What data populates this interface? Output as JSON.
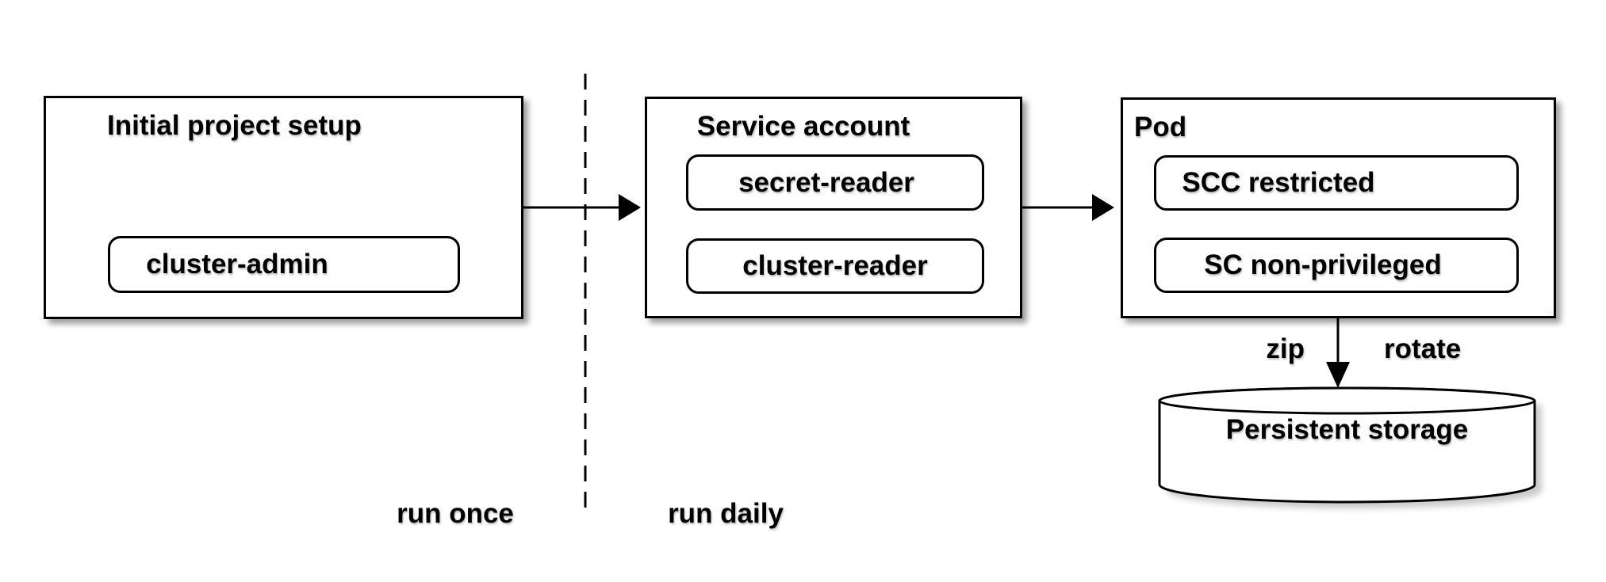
{
  "diagram": {
    "colors": {
      "stroke": "#000000",
      "fill": "#ffffff",
      "shadow": "#8a8a8a",
      "background": "#ffffff"
    },
    "boxes": [
      {
        "title": "Initial project setup",
        "items": [
          "cluster-admin"
        ]
      },
      {
        "title": "Service account",
        "items": [
          "secret-reader",
          "cluster-reader"
        ]
      },
      {
        "title": "Pod",
        "items": [
          "SCC restricted",
          "SC non-privileged"
        ]
      }
    ],
    "storage": {
      "label": "Persistent storage",
      "shape": "cylinder"
    },
    "arrow_labels": {
      "zip": "zip",
      "rotate": "rotate"
    },
    "region_labels": {
      "left_of_divider": "run once",
      "right_of_divider": "run daily"
    }
  }
}
